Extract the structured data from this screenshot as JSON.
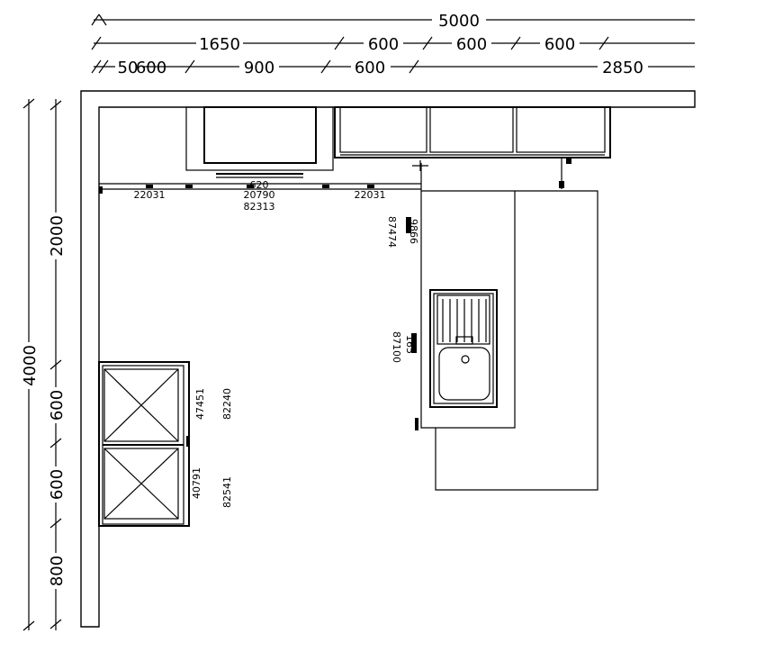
{
  "dimensions": {
    "top_total": "5000",
    "top_row2": [
      "1650",
      "600",
      "600",
      "600"
    ],
    "top_row3": [
      "50",
      "600",
      "900",
      "600",
      "2850"
    ],
    "left_total": "4000",
    "left_row2": [
      "2000",
      "600",
      "600",
      "800"
    ]
  },
  "labels": {
    "top_left_code": "22031",
    "hood_width": "620",
    "hood_code": "20790",
    "hood_code2": "82313",
    "top_right_code": "22031",
    "island_upper_a": "9866",
    "island_upper_b": "87474",
    "sink_a": "165",
    "sink_b": "87100",
    "left_upper_a": "47451",
    "left_upper_b": "82240",
    "left_lower_a": "40791",
    "left_lower_b": "82541"
  }
}
